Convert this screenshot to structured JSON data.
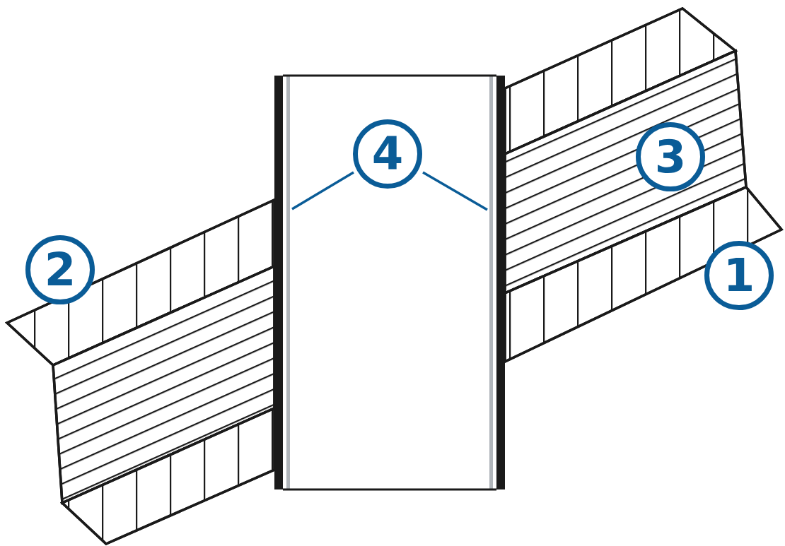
{
  "diagram": {
    "labels": [
      "4",
      "3",
      "2",
      "1"
    ]
  }
}
